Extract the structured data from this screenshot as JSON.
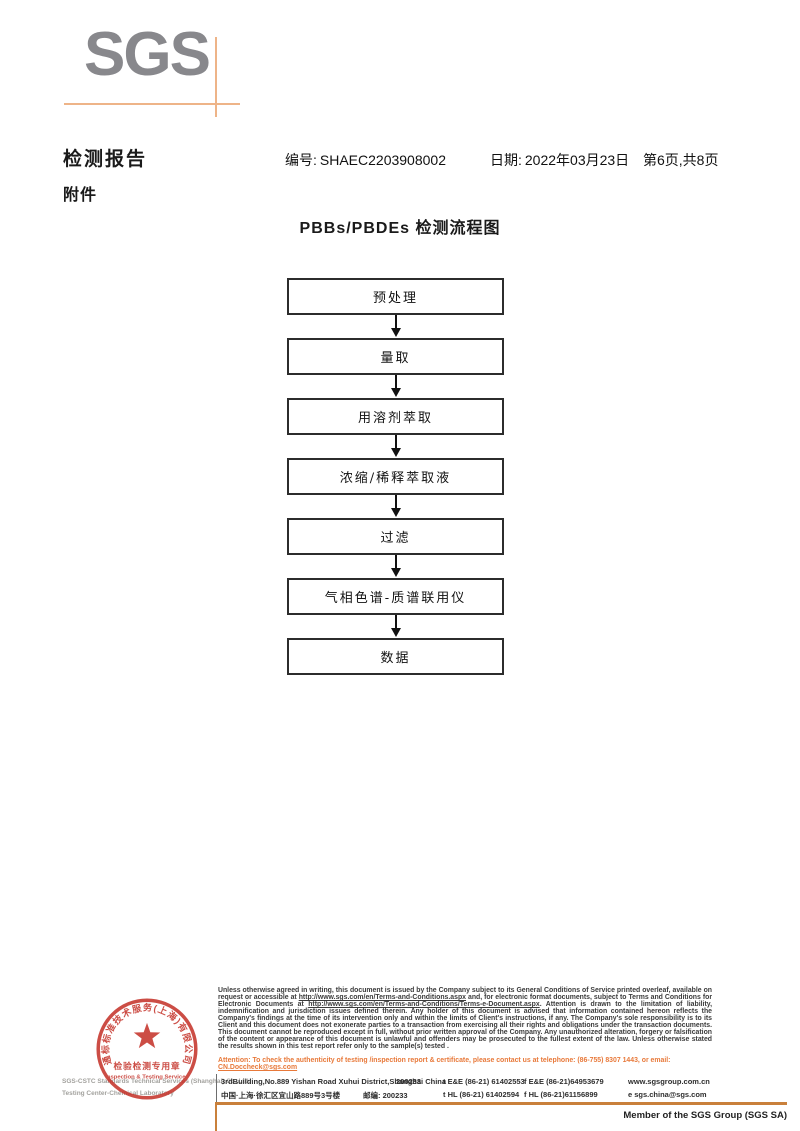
{
  "logo": {
    "text": "SGS"
  },
  "header": {
    "report_title": "检测报告",
    "no_label": "编号:",
    "no_value": "SHAEC2203908002",
    "date_label": "日期:",
    "date_value": "2022年03月23日",
    "page_info": "第6页,共8页",
    "attachment_label": "附件"
  },
  "flowchart": {
    "title": "PBBs/PBDEs 检测流程图",
    "steps": [
      "预处理",
      "量取",
      "用溶剂萃取",
      "浓缩/稀释萃取液",
      "过滤",
      "气相色谱-质谱联用仪",
      "数据"
    ]
  },
  "footer": {
    "legal": {
      "seg1": "Unless otherwise agreed in writing, this document is issued by the Company subject to its General Conditions of Service printed overleaf, available on request or accessible at ",
      "url1": "http://www.sgs.com/en/Terms-and-Conditions.aspx",
      "seg2": " and, for electronic format documents, subject to Terms and Conditions for Electronic Documents at ",
      "url2": "http://www.sgs.com/en/Terms-and-Conditions/Terms-e-Document.aspx",
      "seg3": ". Attention is drawn to the limitation of liability, indemnification and jurisdiction issues defined therein. Any holder of this document is advised that information contained hereon reflects the Company's findings at the time of its intervention only and within the limits of Client's instructions, if any. The Company's sole responsibility is to its Client and this document does not exonerate parties to a transaction from exercising all their rights and obligations under the transaction documents. This document cannot be reproduced except in full, without prior written approval of the Company. Any unauthorized alteration, forgery or falsification of the content or appearance of this document is unlawful and offenders may be prosecuted to the fullest extent of the law. Unless otherwise stated the results shown in this test report refer only to the sample(s) tested ."
    },
    "attention": {
      "text": "Attention: To check the authenticity of testing /inspection report & certificate, please contact us at telephone: (86-755) 8307 1443, or email: ",
      "email": "CN.Doccheck@sgs.com"
    },
    "address": {
      "address_en": "3rdBuilding,No.889 Yishan Road Xuhui District,Shanghai China",
      "postcode_en": "200233",
      "tel_en": "t E&E (86-21) 61402553",
      "fax_en": "f E&E (86-21)64953679",
      "website": "www.sgsgroup.com.cn",
      "address_cn": "中国·上海·徐汇区宜山路889号3号楼",
      "postcode_cn": "邮编: 200233",
      "tel_cn": "t HL (86-21) 61402594",
      "fax_cn": "f HL (86-21)61156899",
      "email": "e sgs.china@sgs.com"
    },
    "stamp": {
      "ring_text": "通标标准技术服务(上海)有限公司",
      "line1": "检验检测专用章",
      "line2": "Inspection & Testing Services",
      "company_en": "SGS-CSTC Standards Technical Services (Shanghai) Co.,Ltd.",
      "lab_en": "Testing Center-Chemical Laboratory"
    },
    "member": "Member of the SGS Group (SGS SA)"
  },
  "colors": {
    "logo_gray": "#88888c",
    "crosshair_orange": "#eeb488",
    "rule_orange": "#c9803b",
    "attention_orange": "#e8793a",
    "stamp_red": "#c5352c"
  }
}
